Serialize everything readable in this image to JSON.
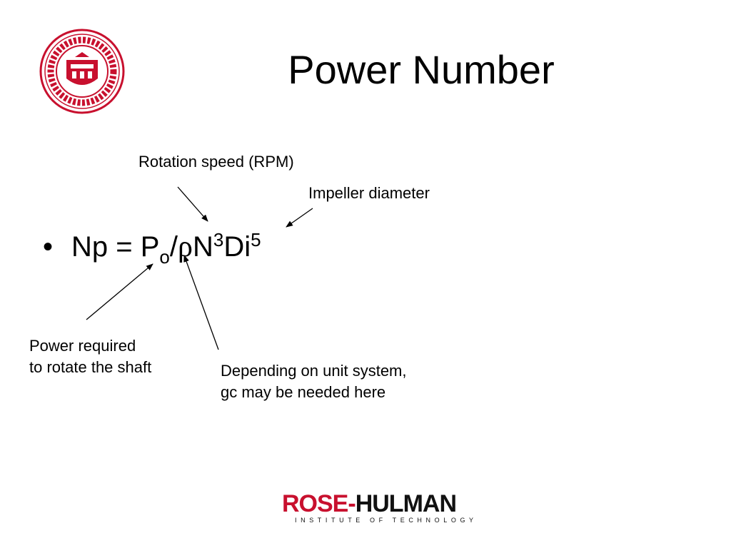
{
  "slide": {
    "title": "Power Number",
    "equation": {
      "bullet": "•",
      "lhs": "Np = P",
      "sub_o": "o",
      "slash": "/",
      "rho": "ρ",
      "n": "N",
      "exp_n": "3",
      "di": "Di",
      "exp_di": "5"
    },
    "annotations": {
      "rotation_speed": "Rotation speed (RPM)",
      "impeller_diameter": "Impeller diameter",
      "power_required_line1": "Power required",
      "power_required_line2": "to rotate the shaft",
      "unit_system_line1": "Depending on unit system,",
      "unit_system_line2": "gc may be needed here"
    }
  },
  "branding": {
    "seal_icon": "rose-hulman-seal-icon",
    "footer_word_red": "ROSE",
    "footer_dash": "-",
    "footer_word_black": "HULMAN",
    "footer_subtitle": "INSTITUTE OF TECHNOLOGY",
    "red": "#c8102e"
  }
}
